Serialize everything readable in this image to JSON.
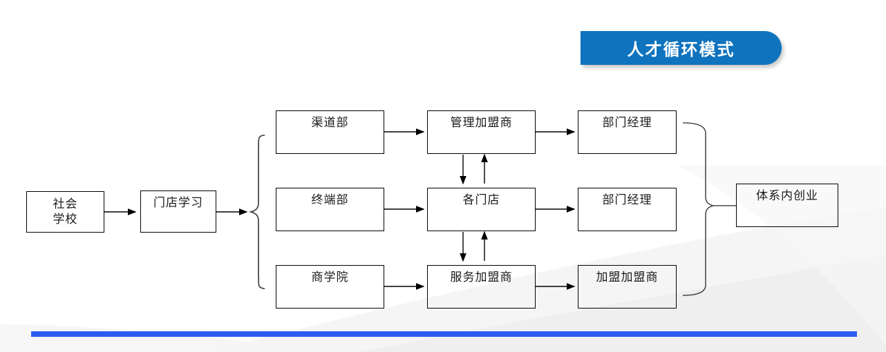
{
  "title": {
    "text": "人才循环模式",
    "banner_color": "#0F73BE",
    "text_color": "#ffffff"
  },
  "accent": {
    "bottom_rule_color": "#2D5BF0",
    "box_border_color": "#000000",
    "connector_color": "#000000",
    "brace_color": "#4a4a4a"
  },
  "nodes": {
    "source_school": "社会\n学校",
    "store_learning": "门店学习",
    "channel_dept": "渠道部",
    "terminal_dept": "终端部",
    "business_college": "商学院",
    "manage_franchisee": "管理加盟商",
    "each_store": "各门店",
    "service_franchisee": "服务加盟商",
    "dept_manager_top": "部门经理",
    "dept_manager_mid": "部门经理",
    "join_franchisee": "加盟加盟商",
    "internal_startup": "体系内创业"
  },
  "connectors": {
    "left_brace": "{",
    "right_brace": "}",
    "arrow_style": "solid-triangle"
  }
}
